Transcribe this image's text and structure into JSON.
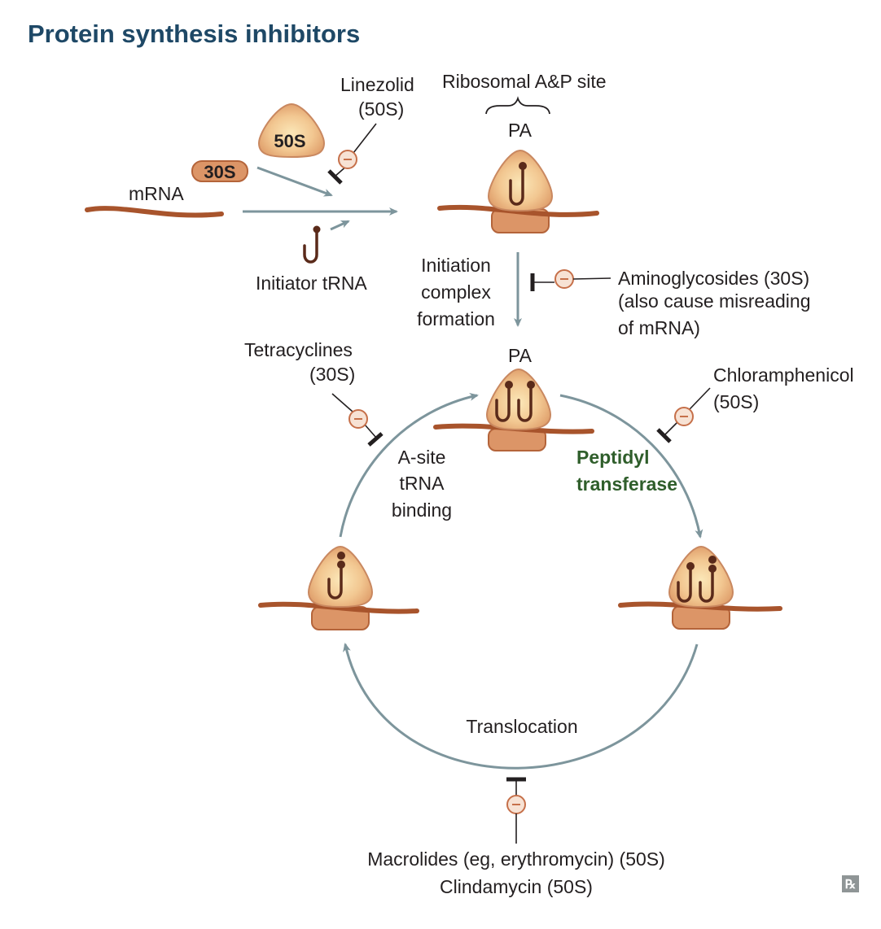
{
  "title": "Protein synthesis inhibitors",
  "subunits": {
    "large": "50S",
    "small": "30S"
  },
  "labels": {
    "mrna": "mRNA",
    "initiator_trna": "Initiator tRNA",
    "ribosomal_site": "Ribosomal A&P site",
    "pa_top": "PA",
    "pa_cycle": "PA",
    "initiation_1": "Initiation",
    "initiation_2": "complex",
    "initiation_3": "formation",
    "asite_1": "A-site",
    "asite_2": "tRNA",
    "asite_3": "binding",
    "peptidyl_1": "Peptidyl",
    "peptidyl_2": "transferase",
    "translocation": "Translocation"
  },
  "inhibitors": {
    "linezolid_1": "Linezolid",
    "linezolid_2": "(50S)",
    "aminoglycosides_1": "Aminoglycosides (30S)",
    "aminoglycosides_2": "(also cause misreading",
    "aminoglycosides_3": "of mRNA)",
    "tetracyclines_1": "Tetracyclines",
    "tetracyclines_2": "(30S)",
    "chloramphenicol_1": "Chloramphenicol",
    "chloramphenicol_2": "(50S)",
    "macrolides": "Macrolides  (eg, erythromycin) (50S)",
    "clindamycin": "Clindamycin (50S)"
  },
  "colors": {
    "title": "#1e4866",
    "flow_arrow": "#7d959c",
    "mrna": "#a8542c",
    "trna": "#5a2a1a",
    "subunit_30s": "#dc9567",
    "subunit_50s": "#f0c48f",
    "peptidyl": "#2f5e2b",
    "inhibit_symbol": "#c6704a"
  },
  "icons": {
    "inhibit": "minus-circle-icon",
    "rx": "rx-logo-icon"
  }
}
